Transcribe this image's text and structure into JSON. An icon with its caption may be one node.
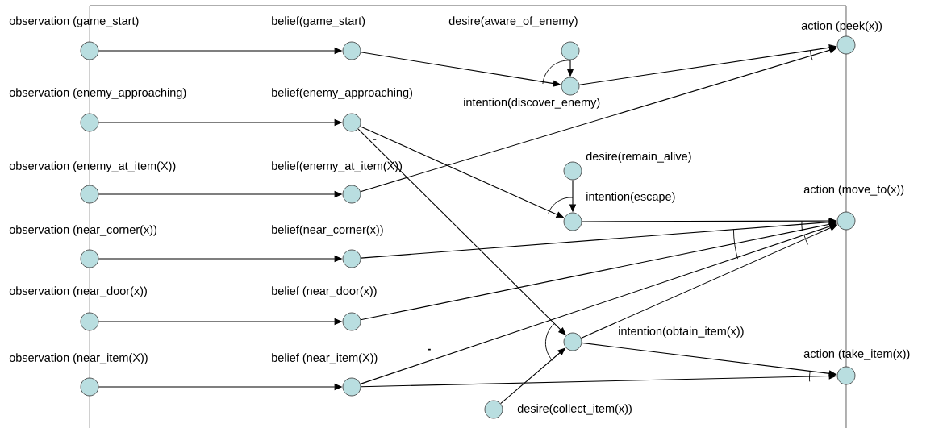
{
  "diagram": {
    "nodes": [
      {
        "text": [
          "observation (game_start)"
        ]
      },
      {
        "text": [
          "observation (enemy_approaching)"
        ]
      },
      {
        "text": [
          "observation (enemy_at_item(X))"
        ]
      },
      {
        "text": [
          "observation (near_corner(x))"
        ]
      },
      {
        "text": [
          "observation (near_door(x))"
        ]
      },
      {
        "text": [
          "observation (near_item(X))"
        ]
      },
      {
        "text": [
          "belief(game_start)"
        ]
      },
      {
        "text": [
          "belief(enemy_approaching)"
        ]
      },
      {
        "text": [
          "belief(enemy_at_item(X))"
        ]
      },
      {
        "text": [
          "belief(near_corner(x))"
        ]
      },
      {
        "text": [
          "belief (near_door(x))"
        ]
      },
      {
        "text": [
          "belief (near_item(X))"
        ]
      },
      {
        "text": [
          "desire(aware_of_enemy)"
        ]
      },
      {
        "text": [
          "intention(discover_enemy)"
        ]
      },
      {
        "text": [
          "desire(remain_alive)"
        ]
      },
      {
        "text": [
          "intention(escape)"
        ]
      },
      {
        "text": [
          "intention(obtain_item(x))"
        ]
      },
      {
        "text": [
          "desire(collect_item(x))"
        ]
      },
      {
        "text": [
          "action (peek(x))"
        ]
      },
      {
        "text": [
          "action (move_to(x))"
        ]
      },
      {
        "text": [
          "action (take_item(x))"
        ]
      }
    ],
    "edges": [
      {
        "from": 0,
        "to": 6,
        "arrow": "to"
      },
      {
        "from": 1,
        "to": 7,
        "arrow": "to"
      },
      {
        "from": 2,
        "to": 8,
        "arrow": "to"
      },
      {
        "from": 3,
        "to": 9,
        "arrow": "to"
      },
      {
        "from": 4,
        "to": 10,
        "arrow": "to"
      },
      {
        "from": 5,
        "to": 11,
        "arrow": "to"
      },
      {
        "from": 6,
        "to": 13,
        "arrow": "to"
      },
      {
        "from": 12,
        "to": 13,
        "arrow": "to"
      },
      {
        "from": 13,
        "to": 18,
        "arrow": "to"
      },
      {
        "from": 8,
        "to": 18,
        "arrow": "to"
      },
      {
        "from": 7,
        "to": 15,
        "arrow": "to"
      },
      {
        "from": 14,
        "to": 15,
        "arrow": "to"
      },
      {
        "from": 7,
        "to": 16,
        "arrow": "to",
        "label": "-"
      },
      {
        "from": 15,
        "to": 19,
        "arrow": "to"
      },
      {
        "from": 9,
        "to": 19,
        "arrow": "to"
      },
      {
        "from": 10,
        "to": 19,
        "arrow": "to"
      },
      {
        "from": 11,
        "to": 19,
        "arrow": "to",
        "label": "-"
      },
      {
        "from": 16,
        "to": 19,
        "arrow": "to"
      },
      {
        "from": 16,
        "to": 20,
        "arrow": "to"
      },
      {
        "from": 11,
        "to": 20,
        "arrow": "to"
      },
      {
        "from": 17,
        "to": 16,
        "arrow": "to"
      }
    ]
  }
}
